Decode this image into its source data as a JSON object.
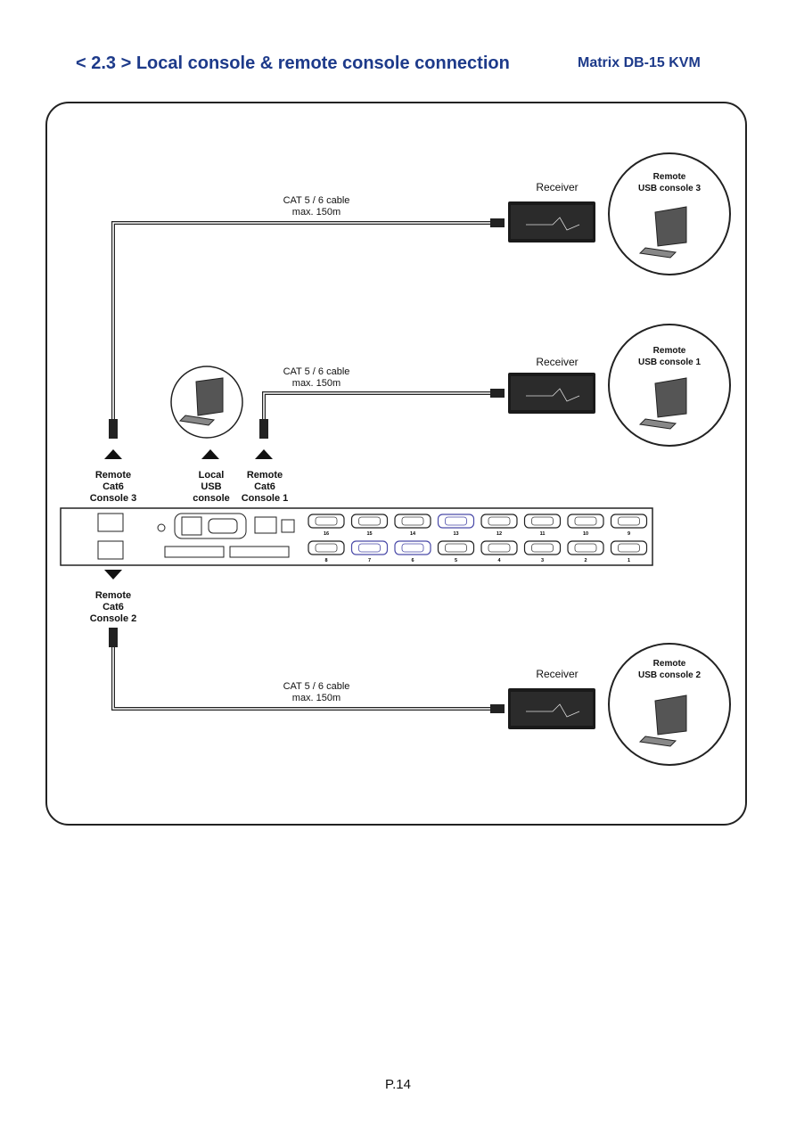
{
  "header": {
    "title": "< 2.3 > Local console  &  remote console connection",
    "product": "Matrix  DB-15 KVM"
  },
  "cable": {
    "line1": "CAT 5 / 6 cable",
    "line2": "max. 150m"
  },
  "receiver_label": "Receiver",
  "remote_consoles": [
    {
      "line1": "Remote",
      "line2": "USB console 3"
    },
    {
      "line1": "Remote",
      "line2": "USB console 1"
    },
    {
      "line1": "Remote",
      "line2": "USB console 2"
    }
  ],
  "port_labels": {
    "console3": [
      "Remote",
      "Cat6",
      "Console 3"
    ],
    "local": [
      "Local",
      "USB",
      "console"
    ],
    "console1": [
      "Remote",
      "Cat6",
      "Console 1"
    ],
    "console2": [
      "Remote",
      "Cat6",
      "Console 2"
    ]
  },
  "vga_ports_top": [
    "16",
    "15",
    "14",
    "13",
    "12",
    "11",
    "10",
    "9"
  ],
  "vga_ports_bottom": [
    "8",
    "7",
    "6",
    "5",
    "4",
    "3",
    "2",
    "1"
  ],
  "colors": {
    "title": "#1d3a8a",
    "device": "#1a1a1a",
    "port_highlight": "#4a4aa8"
  },
  "footer": {
    "page": "P.14"
  }
}
